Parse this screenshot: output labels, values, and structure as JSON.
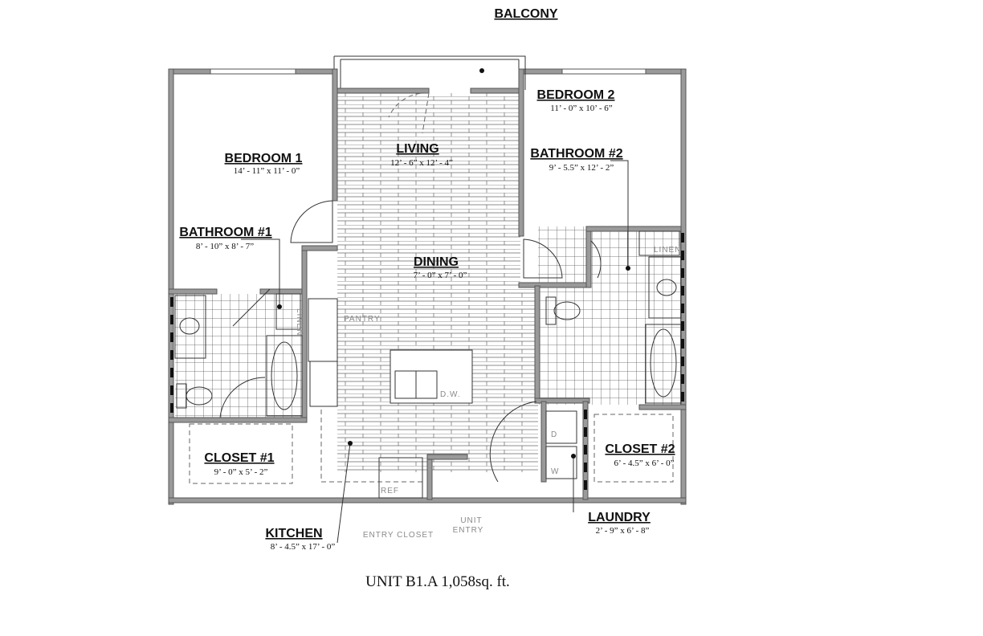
{
  "rooms": {
    "balcony": {
      "name": "BALCONY"
    },
    "bedroom1": {
      "name": "BEDROOM 1",
      "dims": "14’ - 11” x 11’ - 0”"
    },
    "bedroom2": {
      "name": "BEDROOM 2",
      "dims": "11’ - 0” x 10’ - 6”"
    },
    "living": {
      "name": "LIVING",
      "dims": "12’ - 6” x 12’ - 4”"
    },
    "bathroom1": {
      "name": "BATHROOM #1",
      "dims": "8’ - 10” x 8’ - 7”"
    },
    "bathroom2": {
      "name": "BATHROOM #2",
      "dims": "9’ - 5.5” x 12’ - 2”"
    },
    "dining": {
      "name": "DINING",
      "dims": "7’ - 0” x 7’ - 0”"
    },
    "closet1": {
      "name": "CLOSET #1",
      "dims": "9’ - 0” x 5’ - 2”"
    },
    "closet2": {
      "name": "CLOSET #2",
      "dims": "6’ - 4.5” x 6’ - 0”"
    },
    "laundry": {
      "name": "LAUNDRY",
      "dims": "2’ - 9” x 6’ - 8”"
    },
    "kitchen": {
      "name": "KITCHEN",
      "dims": "8’ - 4.5” x 17’ - 0”"
    }
  },
  "fixtures": {
    "pantry": "PANTRY",
    "linen1": "LINEN",
    "linen2": "LINEN",
    "ref": "REF",
    "dryer": "D",
    "washer": "W",
    "dw": "D.W.",
    "entry_closet": "ENTRY CLOSET",
    "unit_entry_line1": "UNIT",
    "unit_entry_line2": "ENTRY"
  },
  "caption": "UNIT B1.A 1,058sq. ft."
}
